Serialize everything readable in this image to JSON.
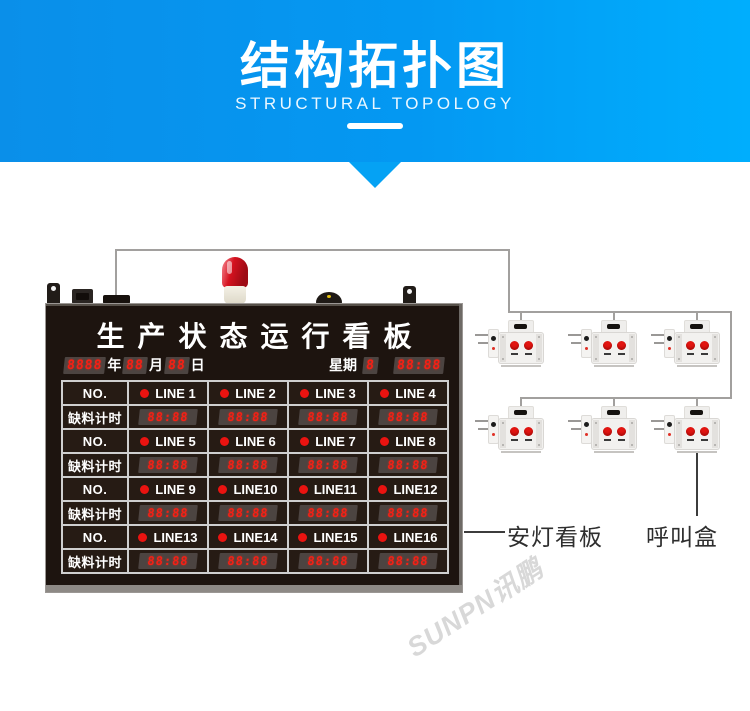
{
  "banner": {
    "title": "结构拓扑图",
    "subtitle": "STRUCTURAL TOPOLOGY",
    "bg_gradient_left": "#0a8fe9",
    "bg_gradient_right": "#00aefd"
  },
  "board": {
    "title": "生产状态运行看板",
    "date": {
      "year_value": "8888",
      "year_label": "年",
      "month_value": "88",
      "month_label": "月",
      "day_value": "88",
      "day_label": "日",
      "week_label": "星期",
      "week_value": "8",
      "time_value": "88:88"
    },
    "table": {
      "no_label": "NO.",
      "timer_label": "缺料计时",
      "timer_value": "88:88",
      "line_groups": [
        [
          "LINE 1",
          "LINE 2",
          "LINE 3",
          "LINE 4"
        ],
        [
          "LINE 5",
          "LINE 6",
          "LINE 7",
          "LINE 8"
        ],
        [
          "LINE 9",
          "LINE10",
          "LINE11",
          "LINE12"
        ],
        [
          "LINE13",
          "LINE14",
          "LINE15",
          "LINE16"
        ]
      ]
    }
  },
  "callouts": {
    "board_label": "安灯看板",
    "callbox_label": "呼叫盒"
  },
  "watermark": {
    "text": "SUNPN讯鹏"
  },
  "colors": {
    "led_red": "#f42015",
    "indicator_red": "#ea1310",
    "board_black": "#1d140f",
    "grid_line": "#cfcfcf",
    "wire_grey": "#a2a09e",
    "beacon_red": "#d5121f"
  }
}
